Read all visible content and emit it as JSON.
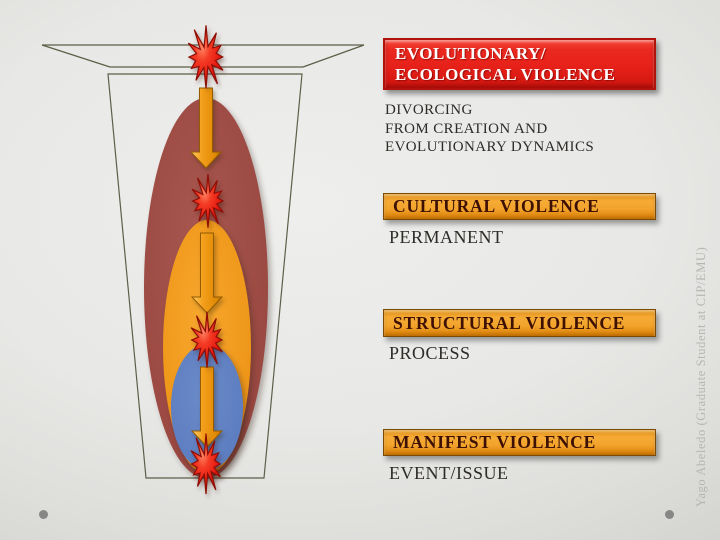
{
  "right_column": {
    "evolutionary": {
      "title_line1": "EVOLUTIONARY/",
      "title_line2": "ECOLOGICAL VIOLENCE",
      "desc_line1": "DIVORCING",
      "desc_line2": "FROM CREATION AND",
      "desc_line3": "EVOLUTIONARY DYNAMICS"
    },
    "cultural": {
      "title": "CULTURAL VIOLENCE",
      "desc": "PERMANENT"
    },
    "structural": {
      "title": "STRUCTURAL VIOLENCE",
      "desc": "PROCESS"
    },
    "manifest": {
      "title": "MANIFEST VIOLENCE",
      "desc": "EVENT/ISSUE"
    }
  },
  "credit": {
    "text": "Yago Abeledo (Graduate Student at CIP/EMU)"
  },
  "diagram": {
    "type": "nested-funnel",
    "arrow_count": 3,
    "burst_count": 4,
    "layer_colors": [
      "#9d4b44",
      "#ee9517",
      "#5c7dc0"
    ]
  },
  "colors": {
    "banner_red": "#e6211a",
    "banner_red_border": "#b2120c",
    "banner_red_text": "#ffffff",
    "banner_orange": "#f2a42c",
    "banner_orange_border": "#7c4a02",
    "banner_orange_text": "#3d1003",
    "body_text": "#2e2c29",
    "ellipse_maroon": "#9d4b44",
    "ellipse_orange": "#ee9517",
    "ellipse_blue": "#5c7dc0",
    "arrow_outline": "#935c00",
    "burst_red": "#e61b12",
    "burst_outline": "#8e0e06",
    "funnel_line": "#5e5e49",
    "credit_text": "#b5b5b2",
    "dot_gray": "#868684",
    "bg_light": "#eeeeec",
    "bg_dark": "#d3d3d0"
  }
}
